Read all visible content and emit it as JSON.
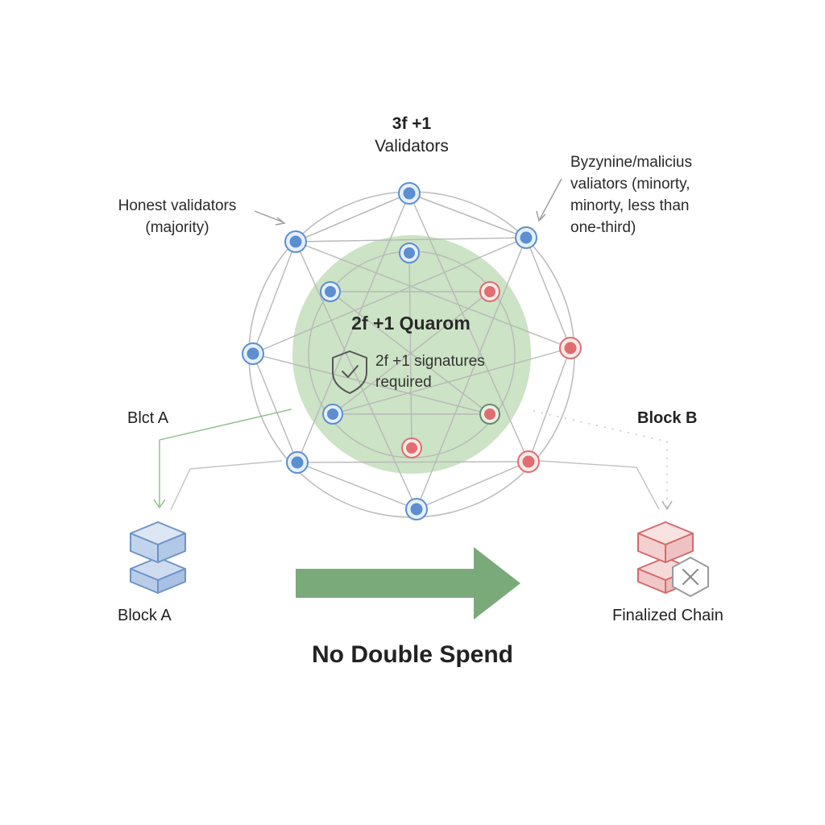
{
  "header": {
    "count": "3f +1",
    "label": "Validators"
  },
  "annotations": {
    "honest": [
      "Honest validators",
      "(majority)"
    ],
    "byzantine": [
      "Byzynine/malicius",
      "valiators (minorty,",
      "minorty, less than",
      "one-third)"
    ]
  },
  "quorum": {
    "title": "2f +1 Quarom",
    "signatures": [
      "2f +1 signatures",
      "required"
    ]
  },
  "blocks": {
    "left_top_label": "Blct A",
    "right_top_label": "Block B",
    "left_bottom_label": "Block A",
    "right_bottom_label": "Finalized Chain"
  },
  "footer": {
    "text": "No Double Spend"
  },
  "colors": {
    "honest": "#5b8fd0",
    "malicious": "#de6e70",
    "quorum_fill": "#c9e1c2",
    "arrow": "#7aaa7a",
    "line": "#b8b8b8"
  },
  "icons": [
    "shield-check-icon",
    "stacked-block-icon",
    "rejected-block-icon",
    "x-hexagon-icon"
  ]
}
